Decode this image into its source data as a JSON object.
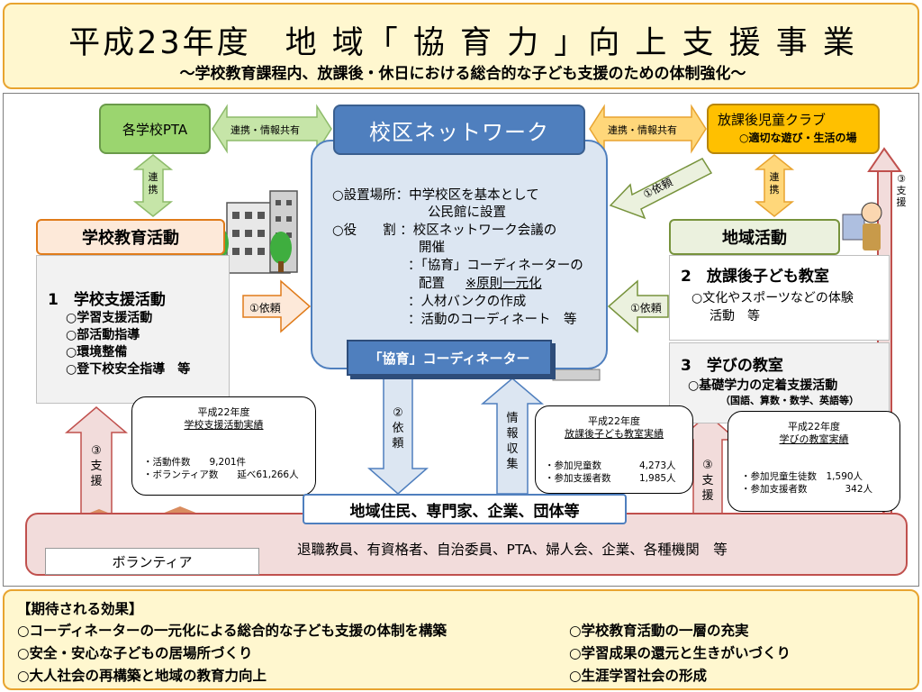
{
  "header": {
    "title": "平成23年度　地 域「 協 育 力 」向 上 支 援 事 業",
    "subtitle": "～学校教育課程内、放課後・休日における総合的な子ども支援のための体制強化～"
  },
  "diagram": {
    "pta": "各学校PTA",
    "link_share_left": "連携・情報共有",
    "link_share_right": "連携・情報共有",
    "renkei_left": "連携",
    "renkei_right": "連携",
    "network_title": "校区ネットワーク",
    "club_title": "放課後児童クラブ",
    "club_sub": "○適切な遊び・生活の場",
    "irai_top": "①依頼",
    "irai_left": "①依頼",
    "irai_right": "①依頼",
    "network_lines": [
      "○設置場所：中学校区を基本として",
      "公民館に設置",
      "○役　　割 ：校区ネットワーク会議の",
      "開催",
      "：「協育」コーディネーターの",
      "配置　",
      "※原則一元化",
      "：人材バンクの作成",
      "：活動のコーディネート　等"
    ],
    "coordinator": "「協育」コーディネーター",
    "school_head": "学校教育活動",
    "school_item_title": "1　学校支援活動",
    "school_items": [
      "○学習支援活動",
      "○部活動指導",
      "○環境整備",
      "○登下校安全指導　等"
    ],
    "community_head": "地域活動",
    "kodomo_title": "2　放課後子ども教室",
    "kodomo_desc1": "○文化やスポーツなどの体験",
    "kodomo_desc2": "活動　等",
    "manabi_title": "3　学びの教室",
    "manabi_desc1": "○基礎学力の定着支援活動",
    "manabi_desc2": "（国語、算数・数学、英語等）",
    "bubble_school": {
      "year": "平成22年度",
      "name": "学校支援活動実績",
      "rows": [
        "・活動件数　　9,201件",
        "・ボランティア数　　延べ61,266人"
      ]
    },
    "bubble_kodomo": {
      "year": "平成22年度",
      "name": "放課後子ども教室実績",
      "rows": [
        "・参加児童数　　　　4,273人",
        "・参加支援者数　　　1,985人"
      ]
    },
    "bubble_manabi": {
      "year": "平成22年度",
      "name": "学びの教室実績",
      "rows": [
        "・参加児童生徒数　1,590人",
        "・参加支援者数　　　　342人"
      ]
    },
    "irai2": "②依頼",
    "joho": "情報収集",
    "shien_left": "③支援",
    "shien_mid": "③支援",
    "shien_right": "③支援",
    "jumin": "地域住民、専門家、企業、団体等",
    "band_text": "退職教員、有資格者、自治委員、PTA、婦人会、企業、各種機関　等",
    "volunteer": "ボランティア"
  },
  "effects": {
    "heading": "【期待される効果】",
    "left": [
      "○コーディネーターの一元化による総合的な子ども支援の体制を構築",
      "○安全・安心な子どもの居場所づくり",
      "○大人社会の再構築と地域の教育力向上"
    ],
    "right": [
      "○学校教育活動の一層の充実",
      "○学習成果の還元と生きがいづくり",
      "○生涯学習社会の形成"
    ]
  },
  "colors": {
    "header_bg": "#fff7cf",
    "header_border": "#e8a430",
    "network_blue": "#4f7fbe",
    "network_fill": "#dce6f2",
    "green": "#9bd56f",
    "orange": "#ffc000",
    "band_pink": "#f2dcdb",
    "band_border": "#c0504d"
  }
}
